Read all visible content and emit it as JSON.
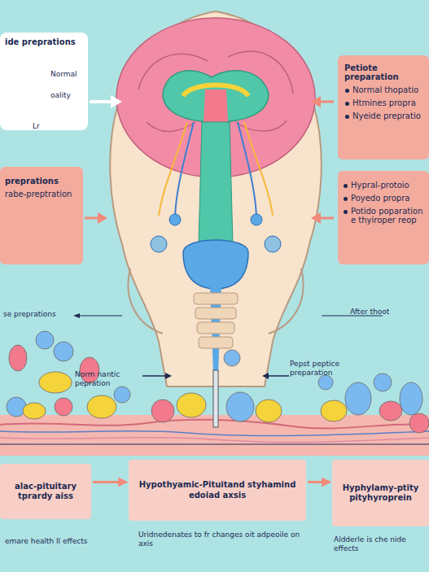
{
  "diagram": {
    "nodes": [
      {
        "text": [
          "ide preprations"
        ]
      },
      {
        "text": [
          "Petiote preparation",
          "Normal thopatio",
          "Htmines propra",
          "Nyeide prepratio"
        ]
      },
      {
        "text": [
          "preprations",
          "rabe-preptration"
        ]
      },
      {
        "text": [
          "Hypral-protoio",
          "Poyedo propra",
          "Potido poparation e thyiroper reop"
        ]
      },
      {
        "text": [
          "alac-pituitary tprardy aiss"
        ]
      },
      {
        "text": [
          "Hypothyamic-Pituitand styhamind edoiad axsis"
        ]
      },
      {
        "text": [
          "Hyphylamy-ptity pityhyroprein"
        ]
      }
    ],
    "edges": [
      {
        "from": 4,
        "to": 5,
        "arrow": "to"
      },
      {
        "from": 5,
        "to": 6,
        "arrow": "to"
      }
    ],
    "labels": [
      "Normal",
      "oality",
      "Lr",
      "se preprations",
      "Norm nantic pepration",
      "Pepst peptice preparation",
      "After thoot",
      "emare health ll effects",
      "Uridnedenates to fr changes oit adpeoile on axis",
      "Aldderle is che nide effects"
    ]
  }
}
